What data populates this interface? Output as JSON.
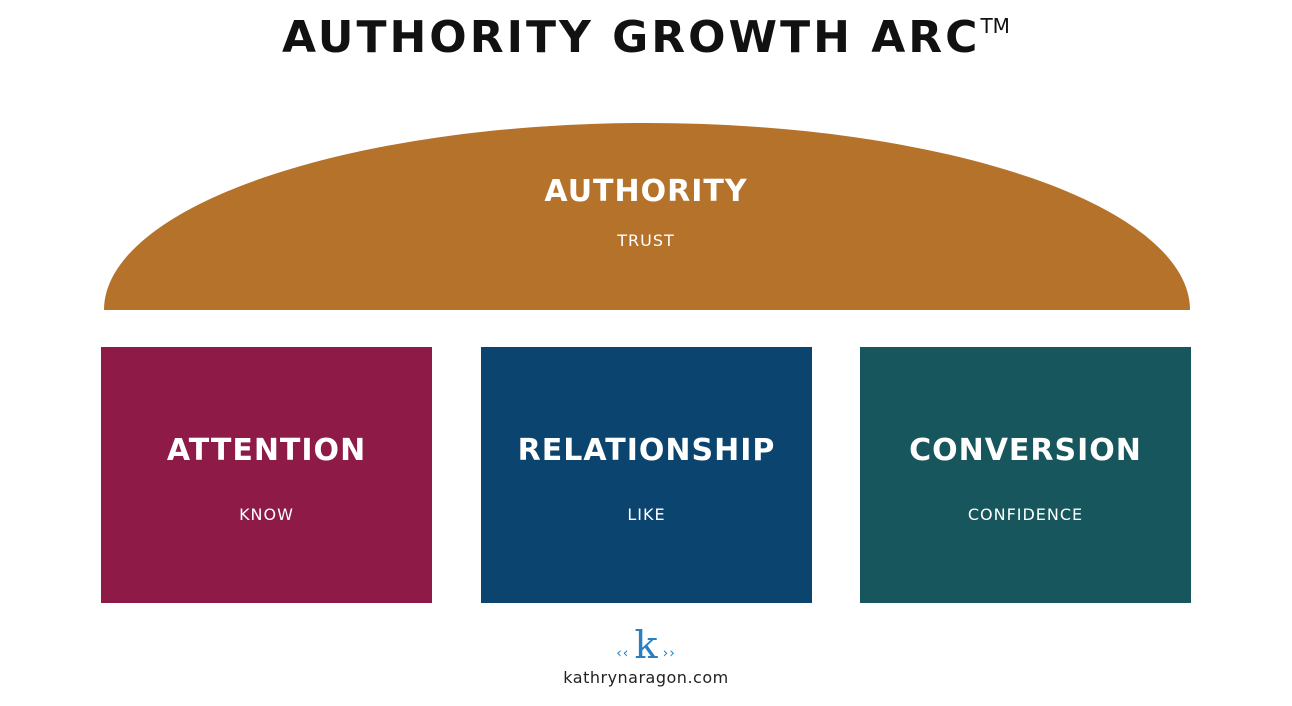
{
  "title": "AUTHORITY GROWTH ARC",
  "trademark": "TM",
  "arc": {
    "label": "AUTHORITY",
    "sublabel": "TRUST",
    "color": "#B5722A"
  },
  "boxes": [
    {
      "label": "ATTENTION",
      "sublabel": "KNOW",
      "color": "#8E1A48"
    },
    {
      "label": "RELATIONSHIP",
      "sublabel": "LIKE",
      "color": "#0C4470"
    },
    {
      "label": "CONVERSION",
      "sublabel": "CONFIDENCE",
      "color": "#16565C"
    }
  ],
  "logo": {
    "letter": "k",
    "left_ornament": "‹‹",
    "right_ornament": "››",
    "site": "kathrynaragon.com"
  }
}
